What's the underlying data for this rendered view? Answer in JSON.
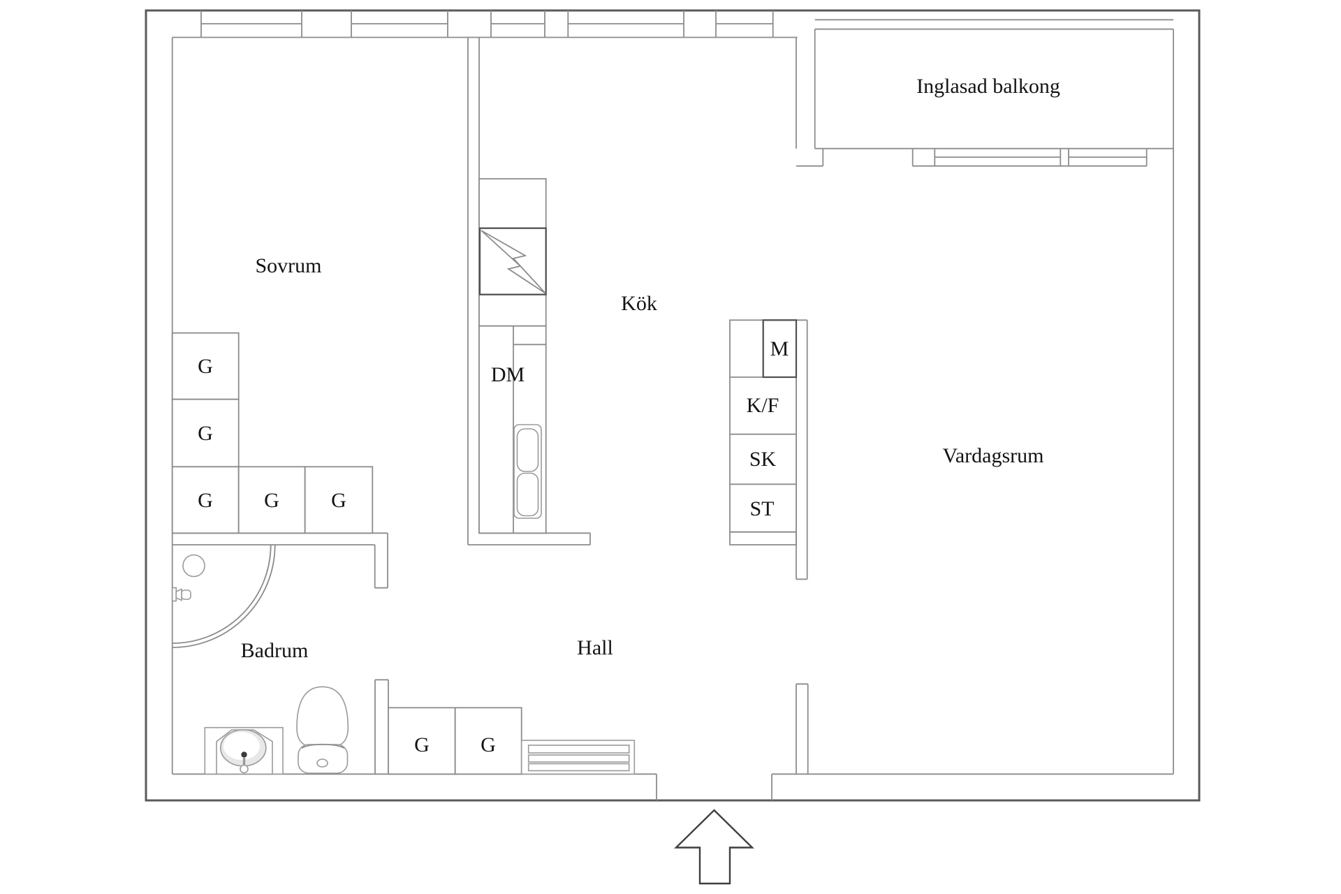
{
  "plan": {
    "type": "apartment-floor-plan",
    "rooms": {
      "sovrum": {
        "label": "Sovrum"
      },
      "kok": {
        "label": "Kök"
      },
      "inglasad_balkong": {
        "label": "Inglasad balkong"
      },
      "vardagsrum": {
        "label": "Vardagsrum"
      },
      "badrum": {
        "label": "Badrum"
      },
      "hall": {
        "label": "Hall"
      }
    },
    "fixture_labels": {
      "wardrobe": "G",
      "dishwasher": "DM",
      "micro": "M",
      "fridge_freezer": "K/F",
      "cabinet_sk": "SK",
      "cabinet_st": "ST"
    },
    "colors": {
      "background": "#ffffff",
      "outer_wall": "#5a5a5a",
      "interior_line": "#8c8c8c",
      "dark_line": "#4f4f4f",
      "text": "#141414",
      "basin_fill": "#e8e8e8"
    }
  }
}
